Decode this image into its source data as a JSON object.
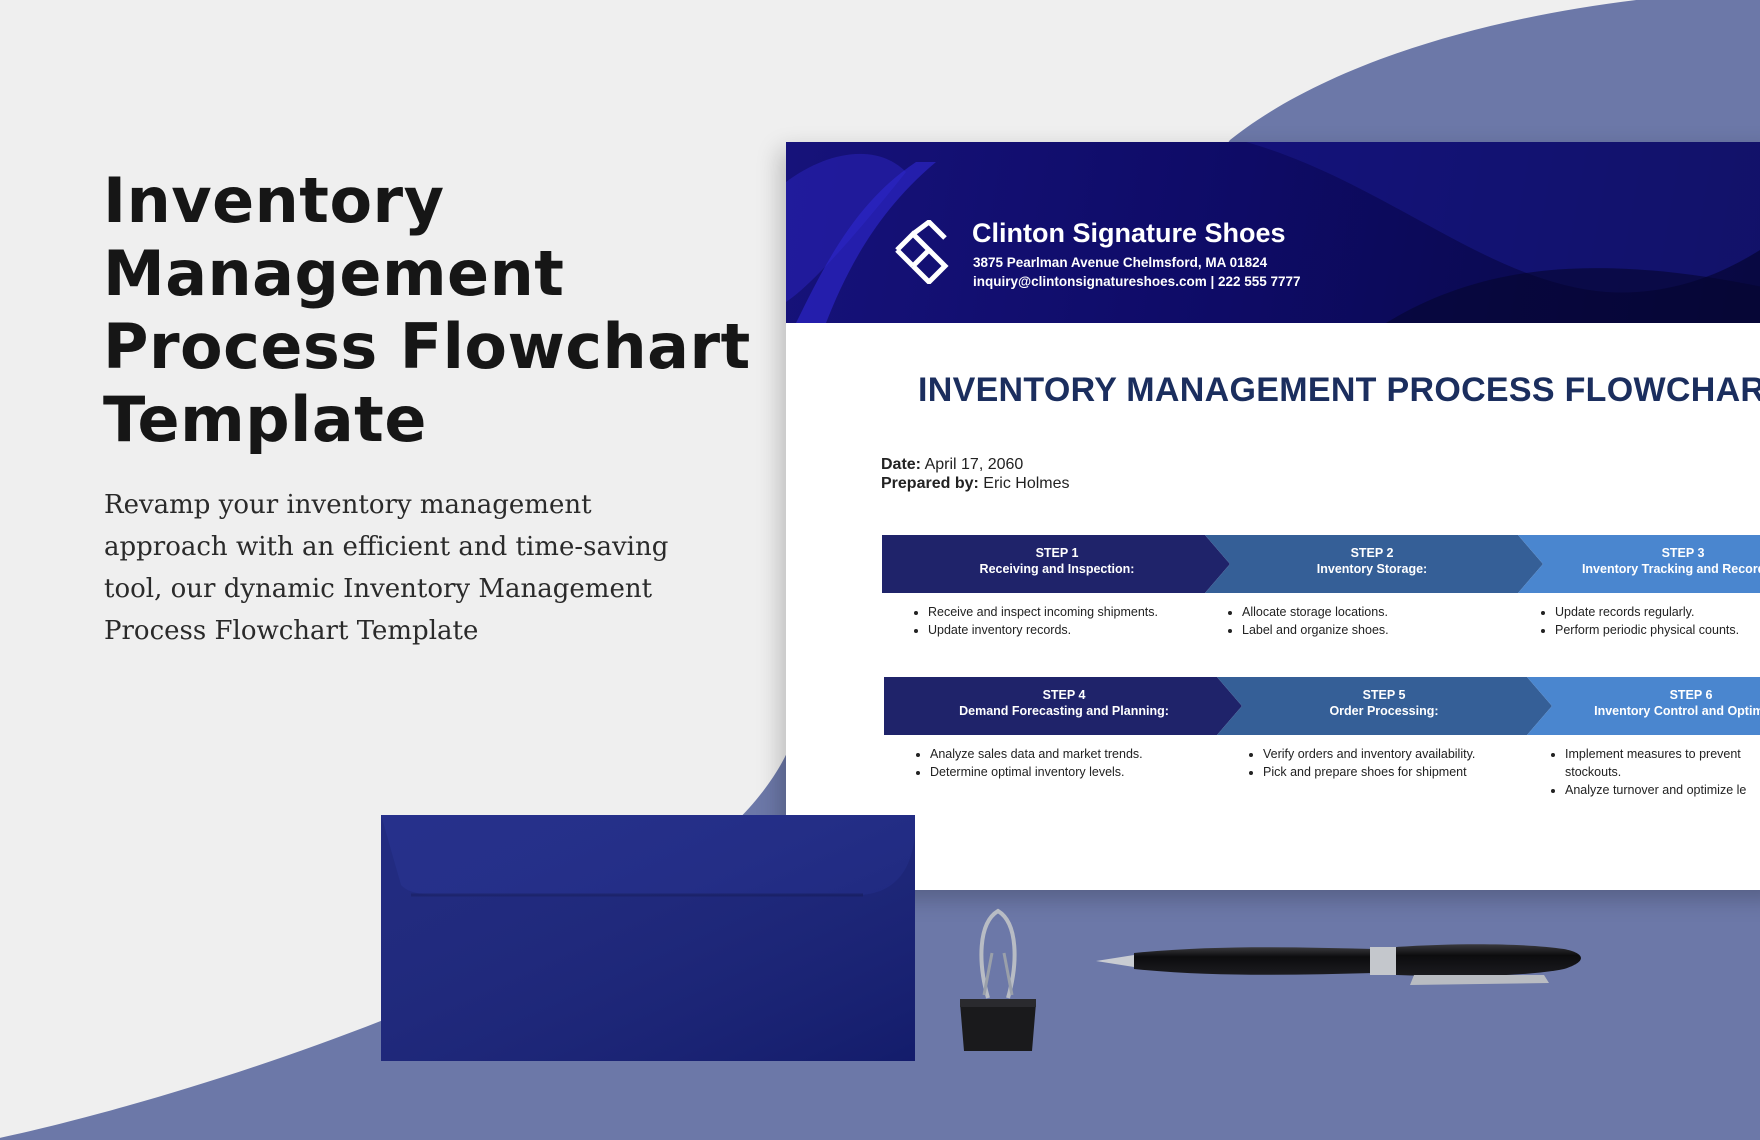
{
  "promo": {
    "title": "Inventory Management Process Flowchart Template",
    "description": "Revamp your inventory management approach with an efficient and time-saving tool, our dynamic Inventory Management Process Flowchart Template"
  },
  "document": {
    "company": {
      "name": "Clinton Signature Shoes",
      "address": "3875 Pearlman Avenue Chelmsford, MA 01824",
      "contact": "inquiry@clintonsignatureshoes.com  |  222 555 7777"
    },
    "title": "INVENTORY MANAGEMENT PROCESS FLOWCHART",
    "date_label": "Date:",
    "date_value": "April 17, 2060",
    "prepared_label": "Prepared by:",
    "prepared_value": "Eric Holmes",
    "steps": [
      {
        "number": "STEP 1",
        "name": "Receiving and Inspection:",
        "bullets": [
          "Receive and inspect incoming shipments.",
          "Update inventory records."
        ]
      },
      {
        "number": "STEP 2",
        "name": "Inventory Storage:",
        "bullets": [
          "Allocate storage locations.",
          "Label and organize shoes."
        ]
      },
      {
        "number": "STEP 3",
        "name": "Inventory Tracking and Recording",
        "bullets": [
          "Update records regularly.",
          "Perform periodic physical counts."
        ]
      },
      {
        "number": "STEP 4",
        "name": "Demand Forecasting and Planning:",
        "bullets": [
          "Analyze sales data and market trends.",
          "Determine optimal inventory levels."
        ]
      },
      {
        "number": "STEP 5",
        "name": "Order Processing:",
        "bullets": [
          "Verify orders and inventory availability.",
          "Pick and prepare shoes for shipment"
        ]
      },
      {
        "number": "STEP 6",
        "name": "Inventory Control and Optimizati",
        "bullets": [
          "Implement measures to prevent stockouts.",
          "Analyze turnover and optimize le"
        ]
      }
    ]
  },
  "colors": {
    "header_dark": "#0b0a55",
    "title_navy": "#1b2e5e",
    "step_dark": "#1f236a",
    "step_mid": "#355f97",
    "step_light": "#4a86cf",
    "envelope": "#16207a",
    "backdrop_blue": "#6c78a8"
  }
}
